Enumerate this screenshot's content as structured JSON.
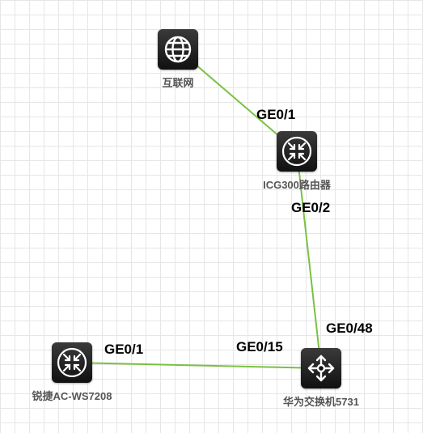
{
  "link_color": "#7ac143",
  "nodes": {
    "internet": {
      "label": "互联网",
      "icon": "globe-icon"
    },
    "router": {
      "label": "ICG300路由器",
      "icon": "router-icon"
    },
    "ac": {
      "label": "锐捷AC-WS7208",
      "icon": "router-icon"
    },
    "switch": {
      "label": "华为交换机5731",
      "icon": "switch-icon"
    }
  },
  "links": [
    {
      "from": "internet",
      "to": "router",
      "port_to": "GE0/1"
    },
    {
      "from": "router",
      "to": "switch",
      "port_from": "GE0/2",
      "port_to": "GE0/48"
    },
    {
      "from": "ac",
      "to": "switch",
      "port_from": "GE0/1",
      "port_to": "GE0/15"
    }
  ]
}
